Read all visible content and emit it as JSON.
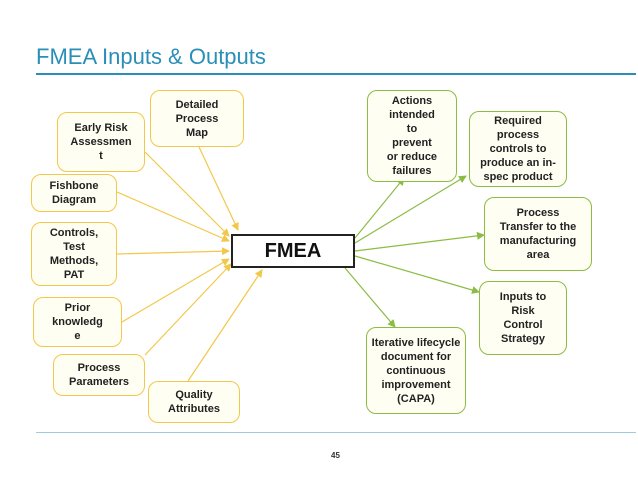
{
  "title": "FMEA Inputs & Outputs",
  "page_number": "45",
  "center_label": "FMEA",
  "inputs": [
    {
      "label": "Detailed\nProcess\nMap"
    },
    {
      "label": "Early Risk\nAssessmen\nt"
    },
    {
      "label": "Fishbone\nDiagram"
    },
    {
      "label": "Controls,\nTest\nMethods,\nPAT"
    },
    {
      "label": "Prior\nknowledg\ne"
    },
    {
      "label": "Process\nParameters"
    },
    {
      "label": "Quality\nAttributes"
    }
  ],
  "outputs": [
    {
      "label": "Actions\nintended\nto\nprevent\nor reduce\nfailures"
    },
    {
      "label": "Required\nprocess\ncontrols to\nproduce an in-\nspec product"
    },
    {
      "label": "Process\nTransfer to the\nmanufacturing\narea"
    },
    {
      "label": "Inputs to\nRisk\nControl\nStrategy"
    },
    {
      "label": "Iterative lifecycle\ndocument for\ncontinuous\nimprovement\n(CAPA)"
    }
  ],
  "colors": {
    "title": "#2a8fb8",
    "input_border": "#f2c84a",
    "output_border": "#8cbc44",
    "box_fill": "#fffef2"
  }
}
